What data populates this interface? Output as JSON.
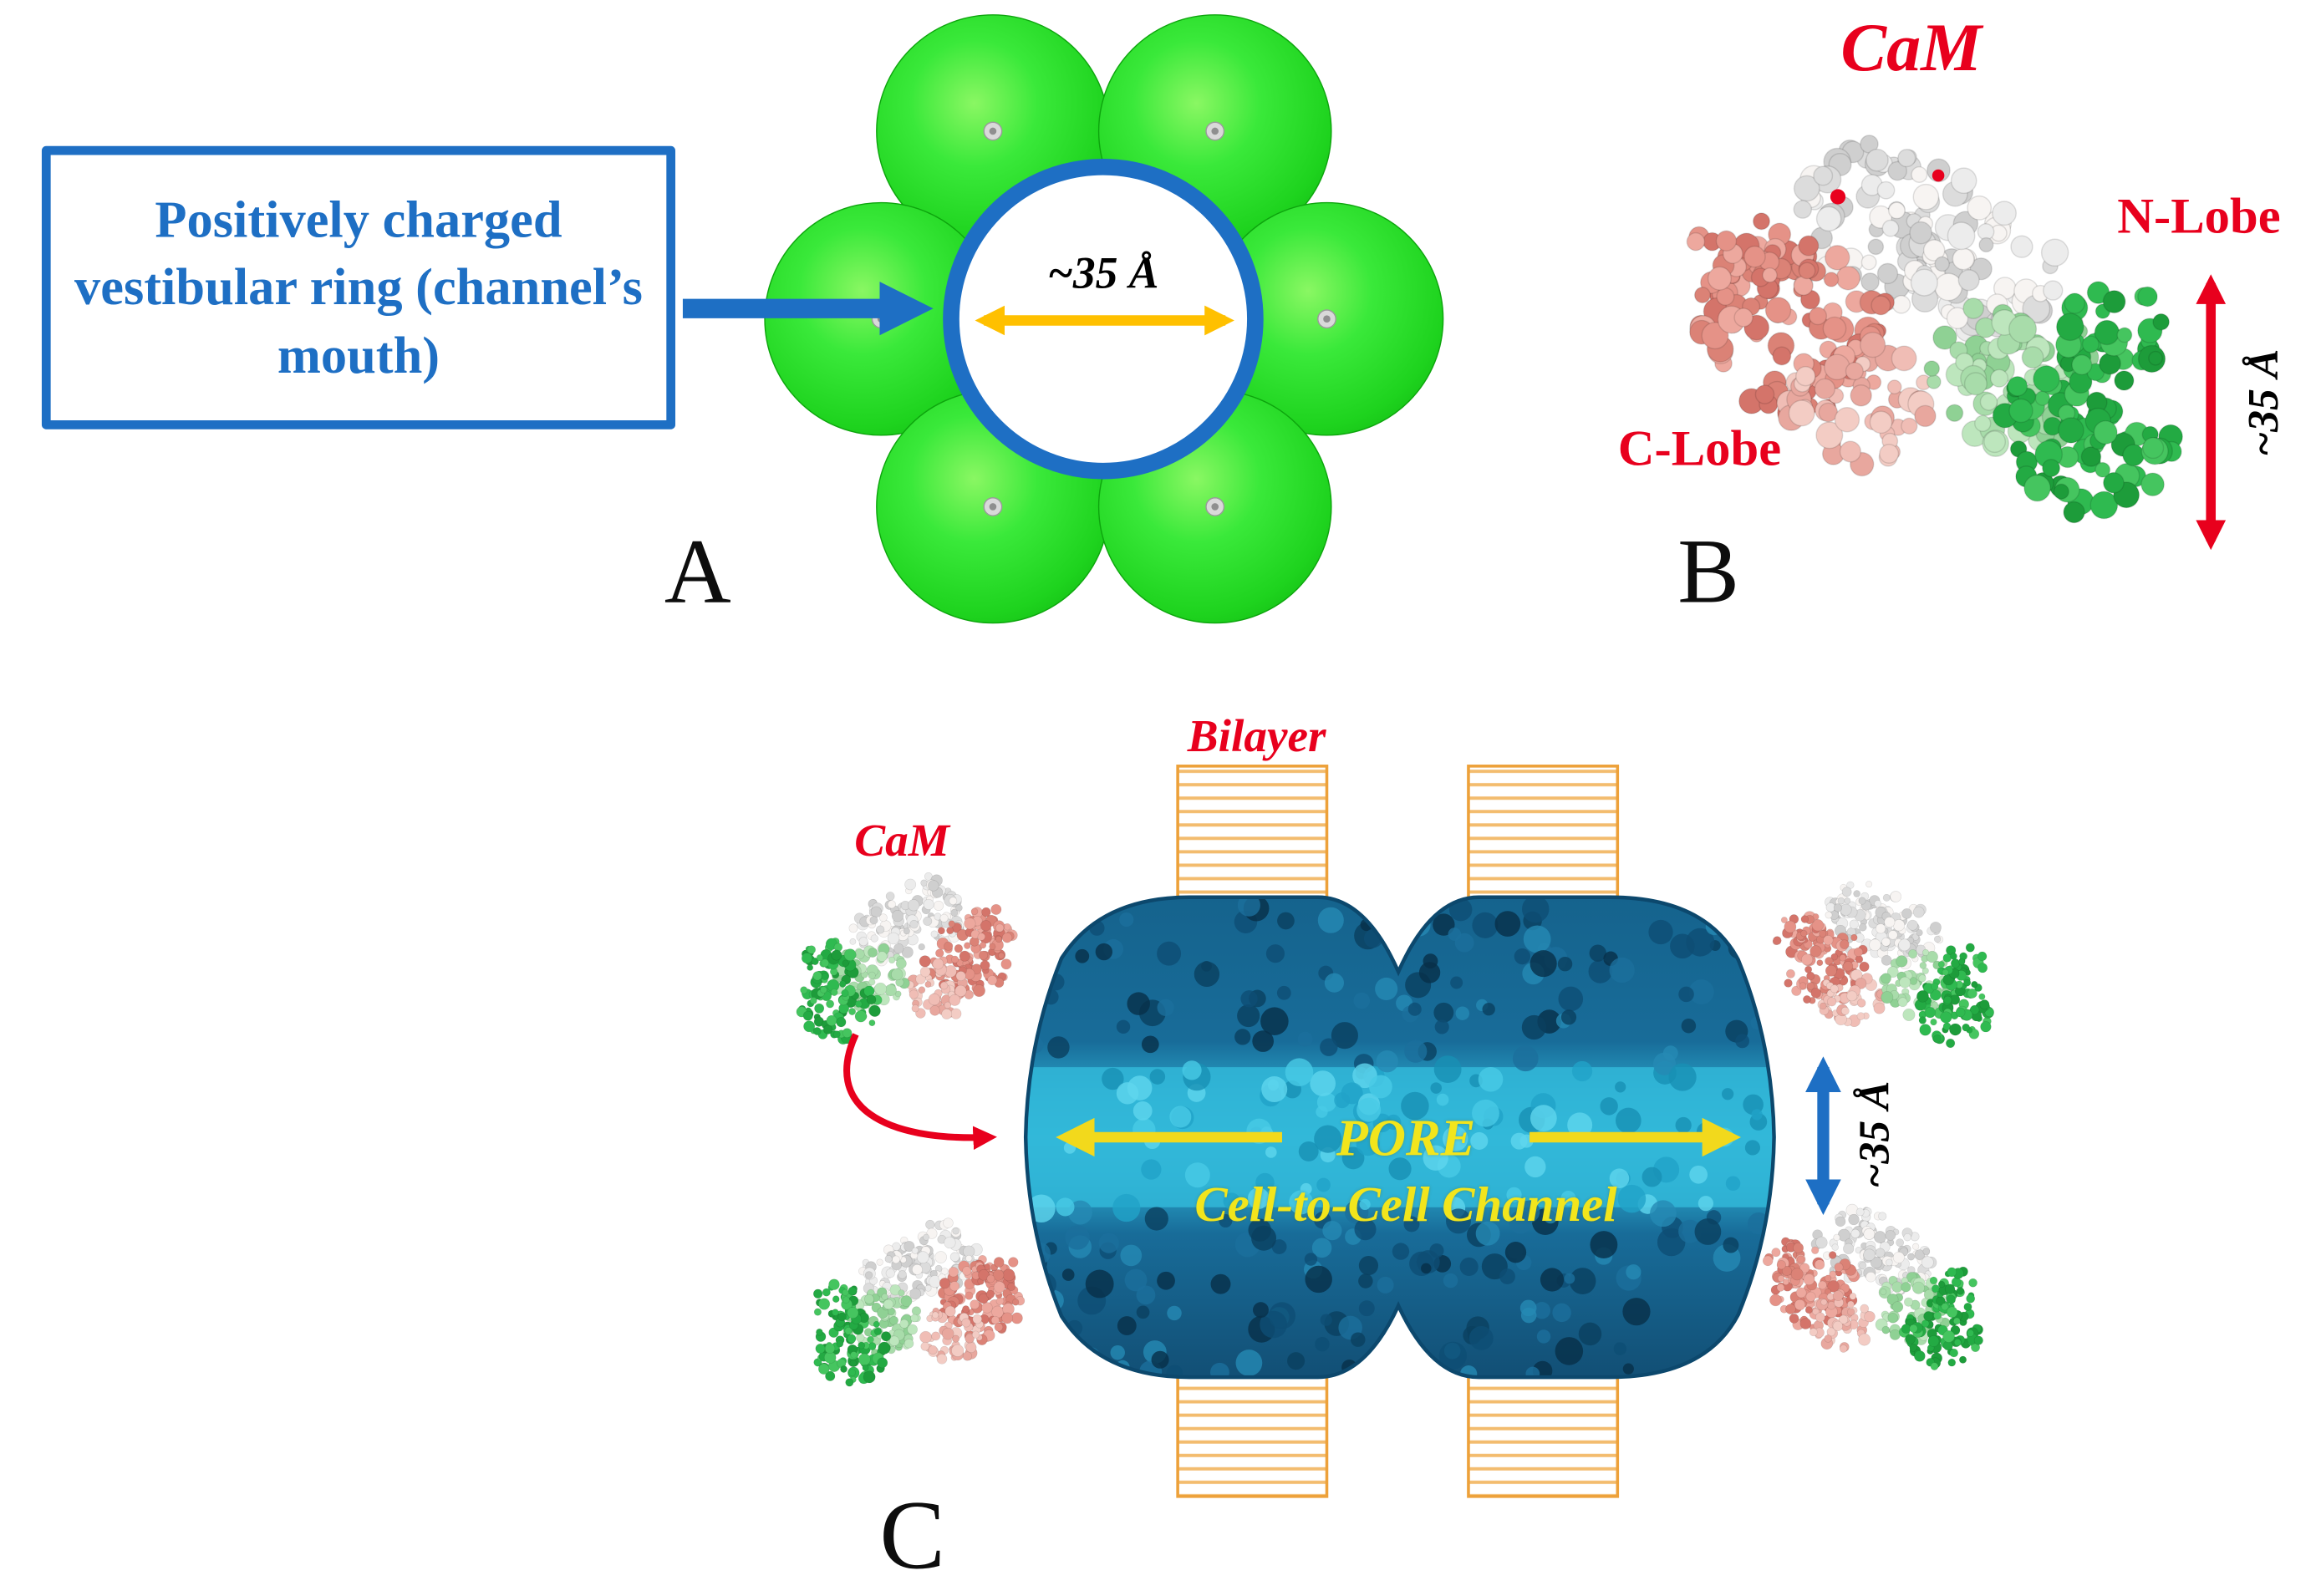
{
  "figure": {
    "panel_a": {
      "label": "A",
      "callout_text": "Positively charged vestibular ring (channel’s mouth)",
      "diameter_label": "~35 Å"
    },
    "panel_b": {
      "label": "B",
      "title": "CaM",
      "n_lobe_label": "N-Lobe",
      "c_lobe_label": "C-Lobe",
      "height_label": "~35 Å"
    },
    "panel_c": {
      "label": "C",
      "bilayer_label": "Bilayer",
      "cam_label": "CaM",
      "pore_label": "PORE",
      "channel_label": "Cell-to-Cell Channel",
      "height_label": "~35 Å"
    }
  },
  "colors": {
    "accent_blue": "#1e6fc4",
    "label_red": "#e8001d",
    "arrow_yellow": "#ffc000",
    "text_yellow": "#f2e51c",
    "subunit_green": "#2ede2e",
    "channel_dark_blue": "#15638d",
    "channel_cyan": "#35bcdc",
    "bilayer_orange": "#eda13a"
  }
}
